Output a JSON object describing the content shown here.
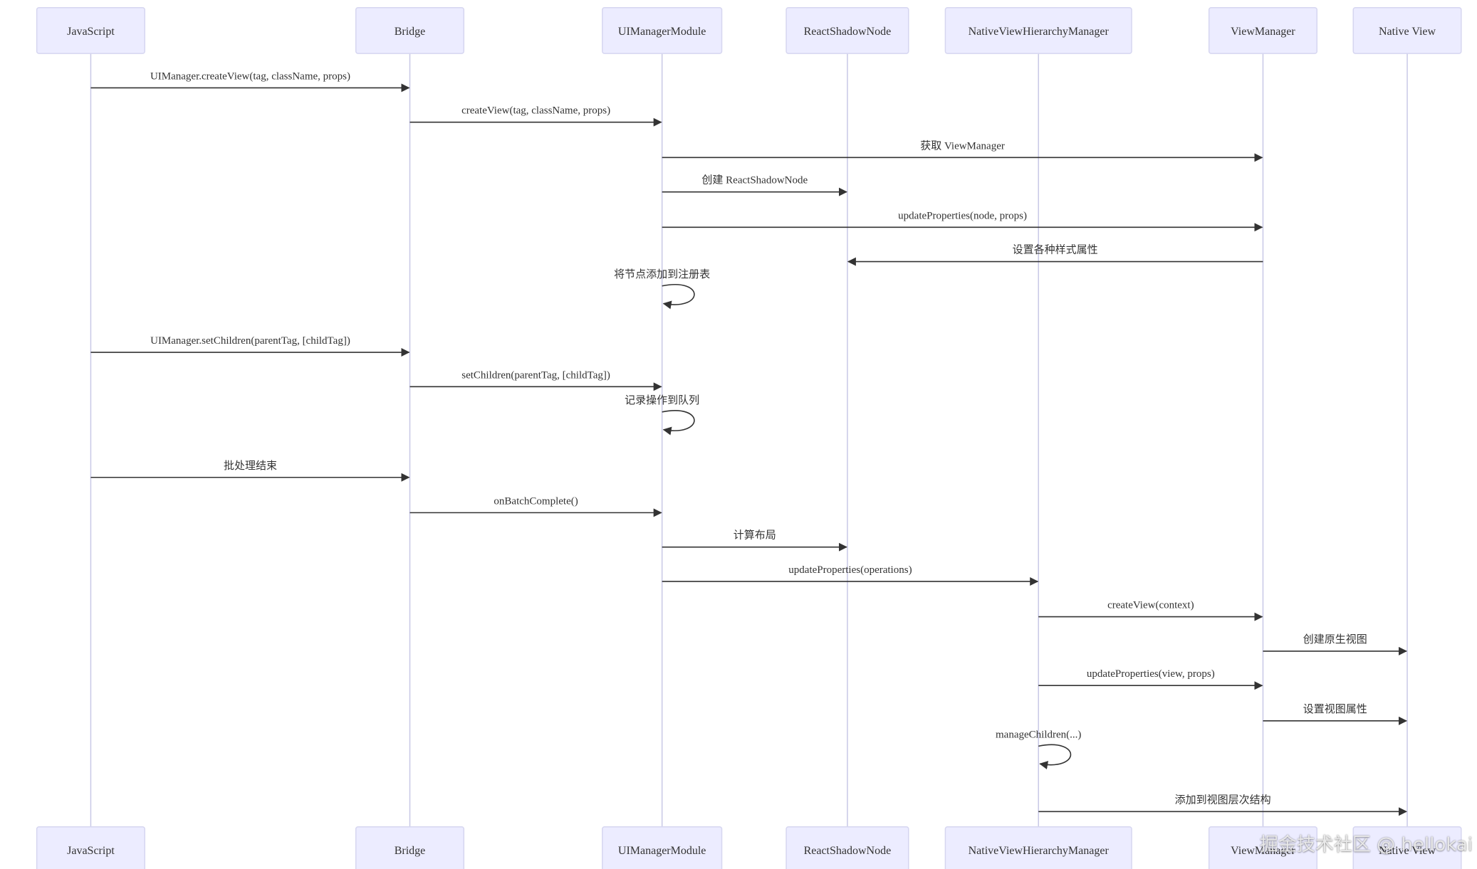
{
  "actors": [
    {
      "id": "js",
      "label": "JavaScript"
    },
    {
      "id": "bridge",
      "label": "Bridge"
    },
    {
      "id": "uim",
      "label": "UIManagerModule"
    },
    {
      "id": "rsn",
      "label": "ReactShadowNode"
    },
    {
      "id": "nvhm",
      "label": "NativeViewHierarchyManager"
    },
    {
      "id": "vm",
      "label": "ViewManager"
    },
    {
      "id": "nv",
      "label": "Native View"
    }
  ],
  "messages": [
    {
      "from": "js",
      "to": "bridge",
      "label": "UIManager.createView(tag, className, props)"
    },
    {
      "from": "bridge",
      "to": "uim",
      "label": "createView(tag, className, props)"
    },
    {
      "from": "uim",
      "to": "vm",
      "label": "获取 ViewManager"
    },
    {
      "from": "uim",
      "to": "rsn",
      "label": "创建 ReactShadowNode"
    },
    {
      "from": "uim",
      "to": "vm",
      "label": "updateProperties(node, props)"
    },
    {
      "from": "vm",
      "to": "rsn",
      "label": "设置各种样式属性"
    },
    {
      "from": "uim",
      "to": "uim",
      "label": "将节点添加到注册表"
    },
    {
      "from": "js",
      "to": "bridge",
      "label": "UIManager.setChildren(parentTag, [childTag])"
    },
    {
      "from": "bridge",
      "to": "uim",
      "label": "setChildren(parentTag, [childTag])"
    },
    {
      "from": "uim",
      "to": "uim",
      "label": "记录操作到队列"
    },
    {
      "from": "js",
      "to": "bridge",
      "label": "批处理结束"
    },
    {
      "from": "bridge",
      "to": "uim",
      "label": "onBatchComplete()"
    },
    {
      "from": "uim",
      "to": "rsn",
      "label": "计算布局"
    },
    {
      "from": "uim",
      "to": "nvhm",
      "label": "updateProperties(operations)"
    },
    {
      "from": "nvhm",
      "to": "vm",
      "label": "createView(context)"
    },
    {
      "from": "vm",
      "to": "nv",
      "label": "创建原生视图"
    },
    {
      "from": "nvhm",
      "to": "vm",
      "label": "updateProperties(view, props)"
    },
    {
      "from": "vm",
      "to": "nv",
      "label": "设置视图属性"
    },
    {
      "from": "nvhm",
      "to": "nvhm",
      "label": "manageChildren(...)"
    },
    {
      "from": "nvhm",
      "to": "nv",
      "label": "添加到视图层次结构"
    }
  ],
  "watermark": "掘金技术社区 @ hellokai"
}
